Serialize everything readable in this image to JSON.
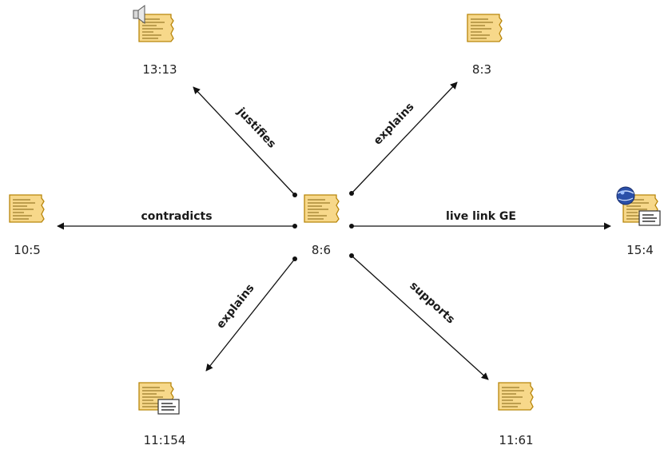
{
  "nodes": {
    "center": {
      "label": "8:6",
      "icon": "quotation-document-icon"
    },
    "n1313": {
      "label": "13:13",
      "icon": "audio-quotation-icon"
    },
    "n83": {
      "label": "8:3",
      "icon": "quotation-document-icon"
    },
    "n105": {
      "label": "10:5",
      "icon": "quotation-document-icon"
    },
    "n154": {
      "label": "15:4",
      "icon": "geo-quotation-icon"
    },
    "n11154": {
      "label": "11:154",
      "icon": "text-quotation-icon"
    },
    "n1161": {
      "label": "11:61",
      "icon": "quotation-document-icon"
    }
  },
  "edges": {
    "justifies": {
      "label": "justifies"
    },
    "explains_up": {
      "label": "explains"
    },
    "contradicts": {
      "label": "contradicts"
    },
    "live_link": {
      "label": "live link GE"
    },
    "explains_down": {
      "label": "explains"
    },
    "supports": {
      "label": "supports"
    }
  },
  "colors": {
    "doc_fill": "#f7d88a",
    "doc_stroke": "#b8860b",
    "doc_lines": "#9a7b2b",
    "edge": "#111111",
    "globe": "#2a4fa8"
  }
}
